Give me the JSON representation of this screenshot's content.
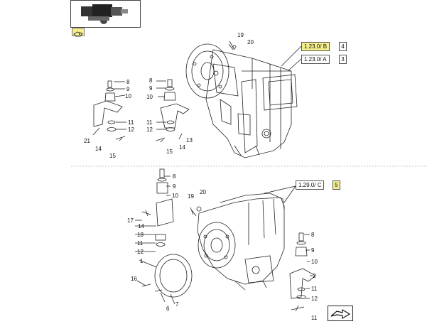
{
  "refs": {
    "top_1": {
      "code": "1.23.0/ B",
      "page": "4"
    },
    "top_2": {
      "code": "1.23.0/ A",
      "page": "3"
    },
    "bottom_1": {
      "code": "1.29.0/ C",
      "page": "5"
    }
  },
  "labels": {
    "t19": "19",
    "t20": "20",
    "l8": "8",
    "l9": "9",
    "l10": "10",
    "l11": "11",
    "l12": "12",
    "l21": "21",
    "l14": "14",
    "l15": "15",
    "r8": "8",
    "r9": "9",
    "r10": "10",
    "r11": "11",
    "r12": "12",
    "r13": "13",
    "r14": "14",
    "r15": "15",
    "b8": "8",
    "b9": "9",
    "b10": "10",
    "b19": "19",
    "b20": "20",
    "b17": "17",
    "b14": "14",
    "b18": "18",
    "b11": "11",
    "b12": "12",
    "b1": "1",
    "b16": "16",
    "b6": "6",
    "b7": "7",
    "br8": "8",
    "br9": "9",
    "br10": "10",
    "br2": "2",
    "br11": "11",
    "br12": "12",
    "br11b": "11"
  },
  "colors": {
    "highlight": "#f4ef8c",
    "line": "#222222"
  },
  "icons": {
    "thumbnail_tag": "wrench-tag-icon",
    "next_page": "next-page-arrow-icon"
  }
}
